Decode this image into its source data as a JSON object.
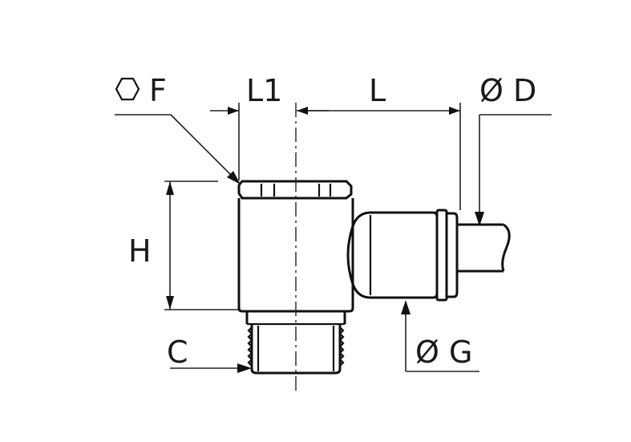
{
  "diagram": {
    "labels": {
      "hex": "F",
      "l1": "L1",
      "l": "L",
      "dia_d": "Ø D",
      "h": "H",
      "c": "C",
      "dia_g": "Ø G"
    }
  }
}
